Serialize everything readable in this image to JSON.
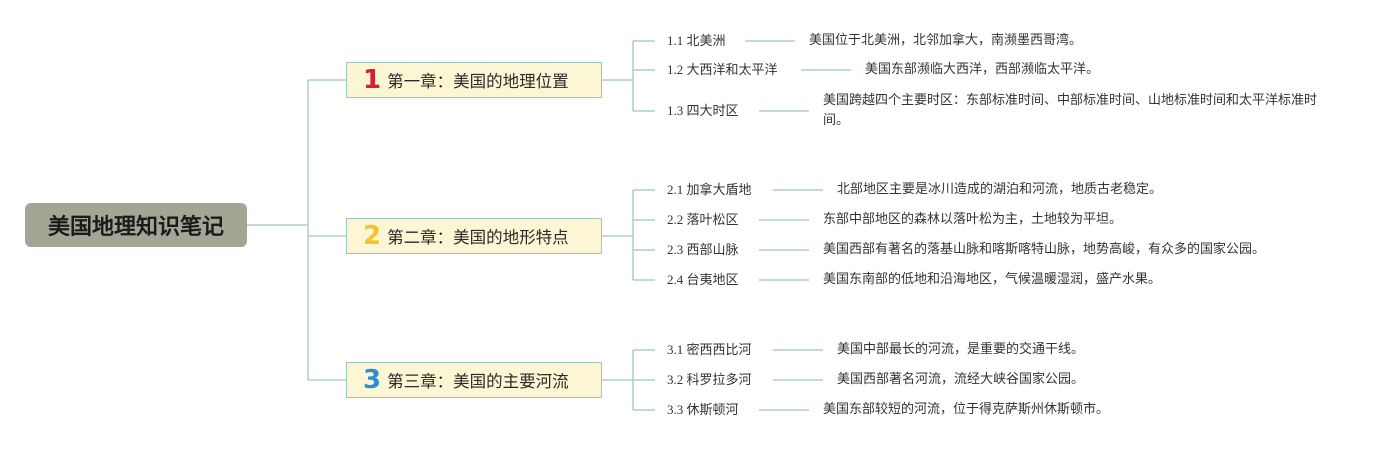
{
  "root": {
    "label": "美国地理知识笔记"
  },
  "colors": {
    "line": "#9cc8bc",
    "chapter_fill": "#fdf6d5",
    "root_fill": "#a5a596",
    "num1": "#d6202b",
    "num2": "#f4c430",
    "num3": "#2a8ed8"
  },
  "chapters": [
    {
      "number": "1",
      "title": "第一章：美国的地理位置",
      "items": [
        {
          "label": "1.1 北美洲",
          "description": "美国位于北美洲，北邻加拿大，南濒墨西哥湾。"
        },
        {
          "label": "1.2 大西洋和太平洋",
          "description": "美国东部濒临大西洋，西部濒临太平洋。"
        },
        {
          "label": "1.3 四大时区",
          "description": "美国跨越四个主要时区：东部标准时间、中部标准时间、山地标准时间和太平洋标准时间。"
        }
      ]
    },
    {
      "number": "2",
      "title": "第二章：美国的地形特点",
      "items": [
        {
          "label": "2.1 加拿大盾地",
          "description": "北部地区主要是冰川造成的湖泊和河流，地质古老稳定。"
        },
        {
          "label": "2.2 落叶松区",
          "description": "东部中部地区的森林以落叶松为主，土地较为平坦。"
        },
        {
          "label": "2.3 西部山脉",
          "description": "美国西部有著名的落基山脉和喀斯喀特山脉，地势高峻，有众多的国家公园。"
        },
        {
          "label": "2.4 台夷地区",
          "description": "美国东南部的低地和沿海地区，气候温暖湿润，盛产水果。"
        }
      ]
    },
    {
      "number": "3",
      "title": "第三章：美国的主要河流",
      "items": [
        {
          "label": "3.1 密西西比河",
          "description": "美国中部最长的河流，是重要的交通干线。"
        },
        {
          "label": "3.2 科罗拉多河",
          "description": "美国西部著名河流，流经大峡谷国家公园。"
        },
        {
          "label": "3.3 休斯顿河",
          "description": "美国东部较短的河流，位于得克萨斯州休斯顿市。"
        }
      ]
    }
  ]
}
